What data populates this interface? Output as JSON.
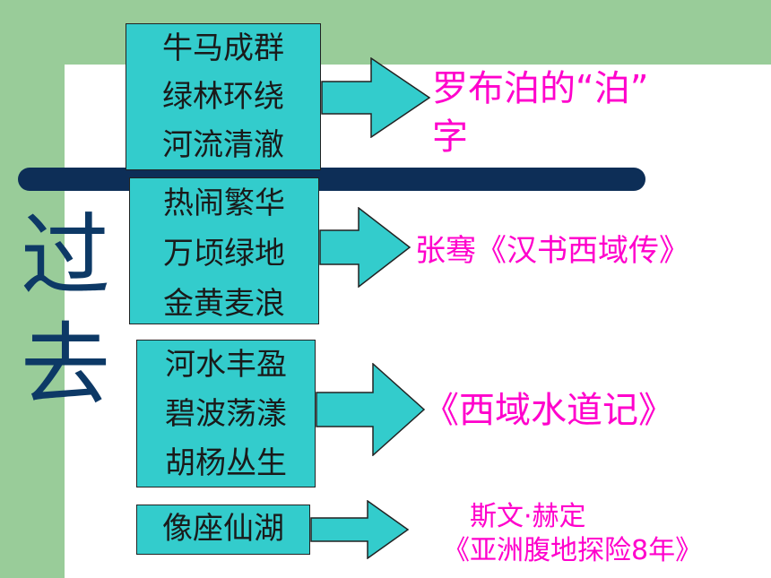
{
  "side_title": [
    "过",
    "去"
  ],
  "rows": [
    {
      "lines": [
        "牛马成群",
        "绿林环绕",
        "河流清澈"
      ],
      "result": [
        "罗布泊的“泊”",
        "字"
      ]
    },
    {
      "lines": [
        "热闹繁华",
        "万顷绿地",
        "金黄麦浪"
      ],
      "result": [
        "张骞《汉书西域传》"
      ]
    },
    {
      "lines": [
        "河水丰盈",
        "碧波荡漾",
        "胡杨丛生"
      ],
      "result": [
        "《西域水道记》"
      ]
    },
    {
      "lines": [
        "像座仙湖"
      ],
      "result": [
        "斯文·赫定",
        "《亚洲腹地探险8年》"
      ]
    }
  ],
  "colors": {
    "box": "#33cccc",
    "label": "#ff00cc",
    "title": "#0d3966",
    "bar": "#0d2e57",
    "green": "#99cc99"
  }
}
